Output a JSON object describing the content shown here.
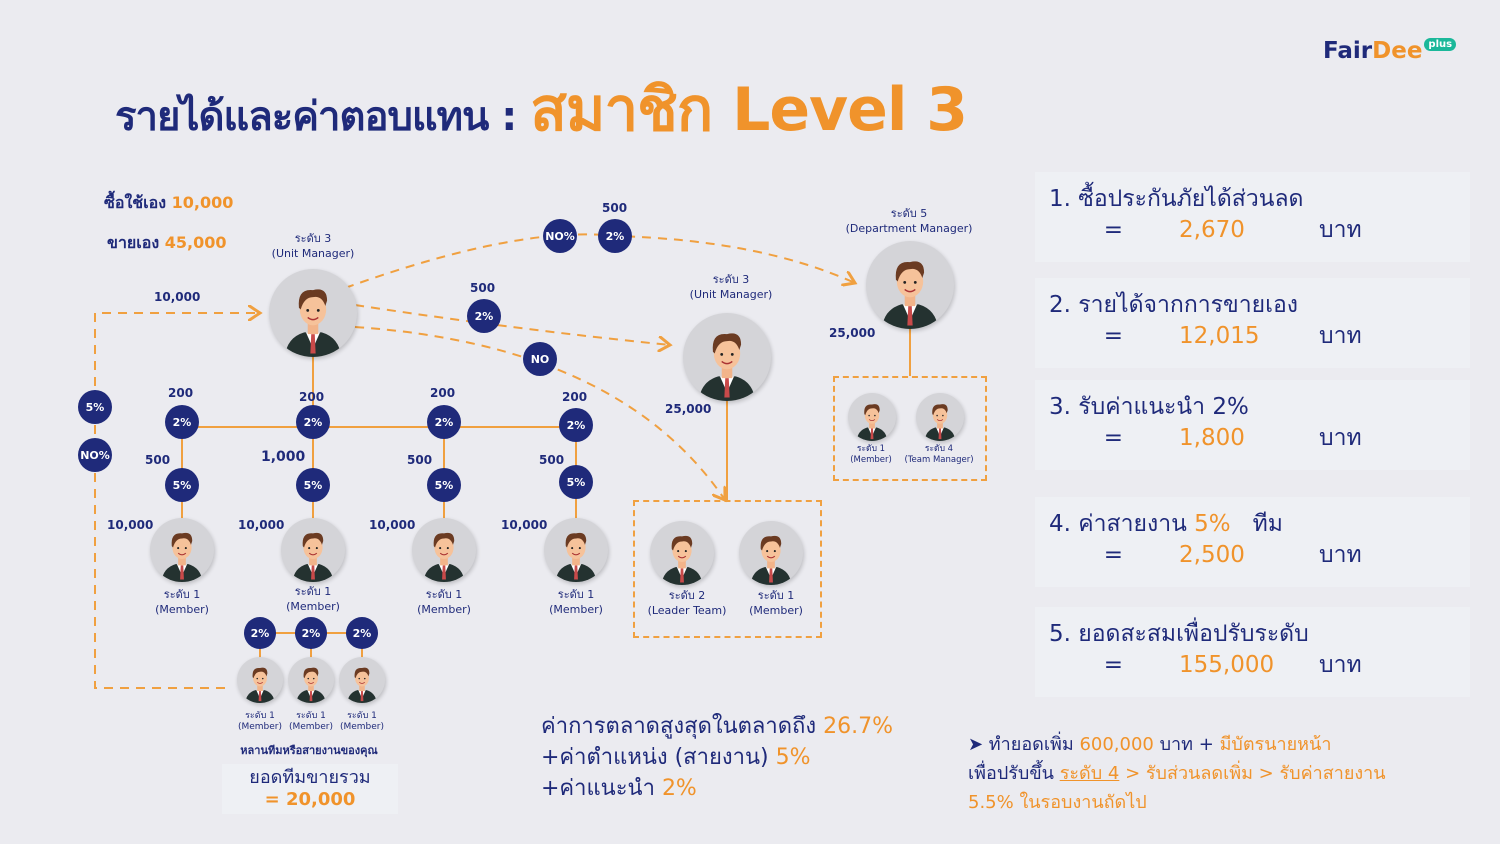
{
  "title": {
    "main": "รายได้และค่าตอบแทน :",
    "highlight": "สมาชิก  Level 3"
  },
  "logo": {
    "fair": "Fair",
    "dee": "Dee",
    "plus": "plus"
  },
  "colors": {
    "navy": "#1f2a7a",
    "orange": "#f0932b",
    "background": "#ebebf0"
  },
  "self": {
    "buy_label": "ซื้อใช้เอง",
    "buy_value": "10,000",
    "sell_label": "ขายเอง",
    "sell_value": "45,000"
  },
  "nodes": {
    "um_main": {
      "level": "ระดับ 3",
      "role": "(Unit Manager)"
    },
    "um_right": {
      "level": "ระดับ 3",
      "role": "(Unit Manager)",
      "amount": "25,000"
    },
    "dm": {
      "level": "ระดับ 5",
      "role": "(Department Manager)",
      "amount": "25,000"
    },
    "members": [
      {
        "level": "ระดับ 1",
        "role": "(Member)",
        "amount": "10,000",
        "top": "200",
        "mid": "500",
        "pct_top": "2%",
        "pct_mid": "5%"
      },
      {
        "level": "ระดับ 1",
        "role": "(Member)",
        "amount": "10,000",
        "top": "200",
        "mid": "1,000",
        "pct_top": "2%",
        "pct_mid": "5%"
      },
      {
        "level": "ระดับ 1",
        "role": "(Member)",
        "amount": "10,000",
        "top": "200",
        "mid": "500",
        "pct_top": "2%",
        "pct_mid": "5%"
      },
      {
        "level": "ระดับ 1",
        "role": "(Member)",
        "amount": "10,000",
        "top": "200",
        "mid": "500",
        "pct_top": "2%",
        "pct_mid": "5%"
      }
    ],
    "sub_members": [
      {
        "level": "ระดับ 1",
        "role": "(Member)",
        "pct": "2%"
      },
      {
        "level": "ระดับ 1",
        "role": "(Member)",
        "pct": "2%"
      },
      {
        "level": "ระดับ 1",
        "role": "(Member)",
        "pct": "2%"
      }
    ],
    "team_box": [
      {
        "level": "ระดับ 2",
        "role": "(Leader Team)"
      },
      {
        "level": "ระดับ 1",
        "role": "(Member)"
      }
    ],
    "dm_box": [
      {
        "level": "ระดับ 1",
        "role": "(Member)"
      },
      {
        "level": "ระดับ 4",
        "role": "(Team Manager)"
      }
    ]
  },
  "links": {
    "loop_amount": "10,000",
    "loop_pct": "5%",
    "loop_no": "NO%",
    "to_dm_amount": "500",
    "to_dm_no": "NO%",
    "to_dm_pct": "2%",
    "to_um_amount": "500",
    "to_um_pct": "2%",
    "to_team_no": "NO"
  },
  "team": {
    "caption": "หลานทีมหรือสายงานของคุณ",
    "total_label": "ยอดทีมขายรวม",
    "total_value": "= 20,000"
  },
  "summary": [
    {
      "label": "1. ซื้อประกันภัยได้ส่วนลด",
      "eq": "=",
      "value": "2,670",
      "unit": "บาท"
    },
    {
      "label": "2. รายได้จากการขายเอง",
      "eq": "=",
      "value": "12,015",
      "unit": "บาท"
    },
    {
      "label": "3. รับค่าแนะนำ 2%",
      "eq": "=",
      "value": "1,800",
      "unit": "บาท"
    },
    {
      "label": "4. ค่าสายงาน",
      "pct": "5%",
      "suffix": "ทีม",
      "eq": "=",
      "value": "2,500",
      "unit": "บาท"
    },
    {
      "label": "5. ยอดสะสมเพื่อปรับระดับ",
      "eq": "=",
      "value": "155,000",
      "unit": "บาท"
    }
  ],
  "marketing": {
    "l1": "ค่าการตลาดสูงสุดในตลาดถึง",
    "v1": "26.7%",
    "l2": "+ค่าตำแหน่ง (สายงาน)",
    "v2": "5%",
    "l3": "+ค่าแนะนำ",
    "v3": "2%"
  },
  "next": {
    "a": "➤ ทำยอดเพิ่ม",
    "b": "600,000",
    "c": "บาท +",
    "d": "มีบัตรนายหน้า",
    "e": "เพื่อปรับขึ้น",
    "f": "ระดับ 4",
    "g": "> รับส่วนลดเพิ่ม > รับค่าสายงาน",
    "h": "5.5% ในรอบงานถัดไป"
  }
}
